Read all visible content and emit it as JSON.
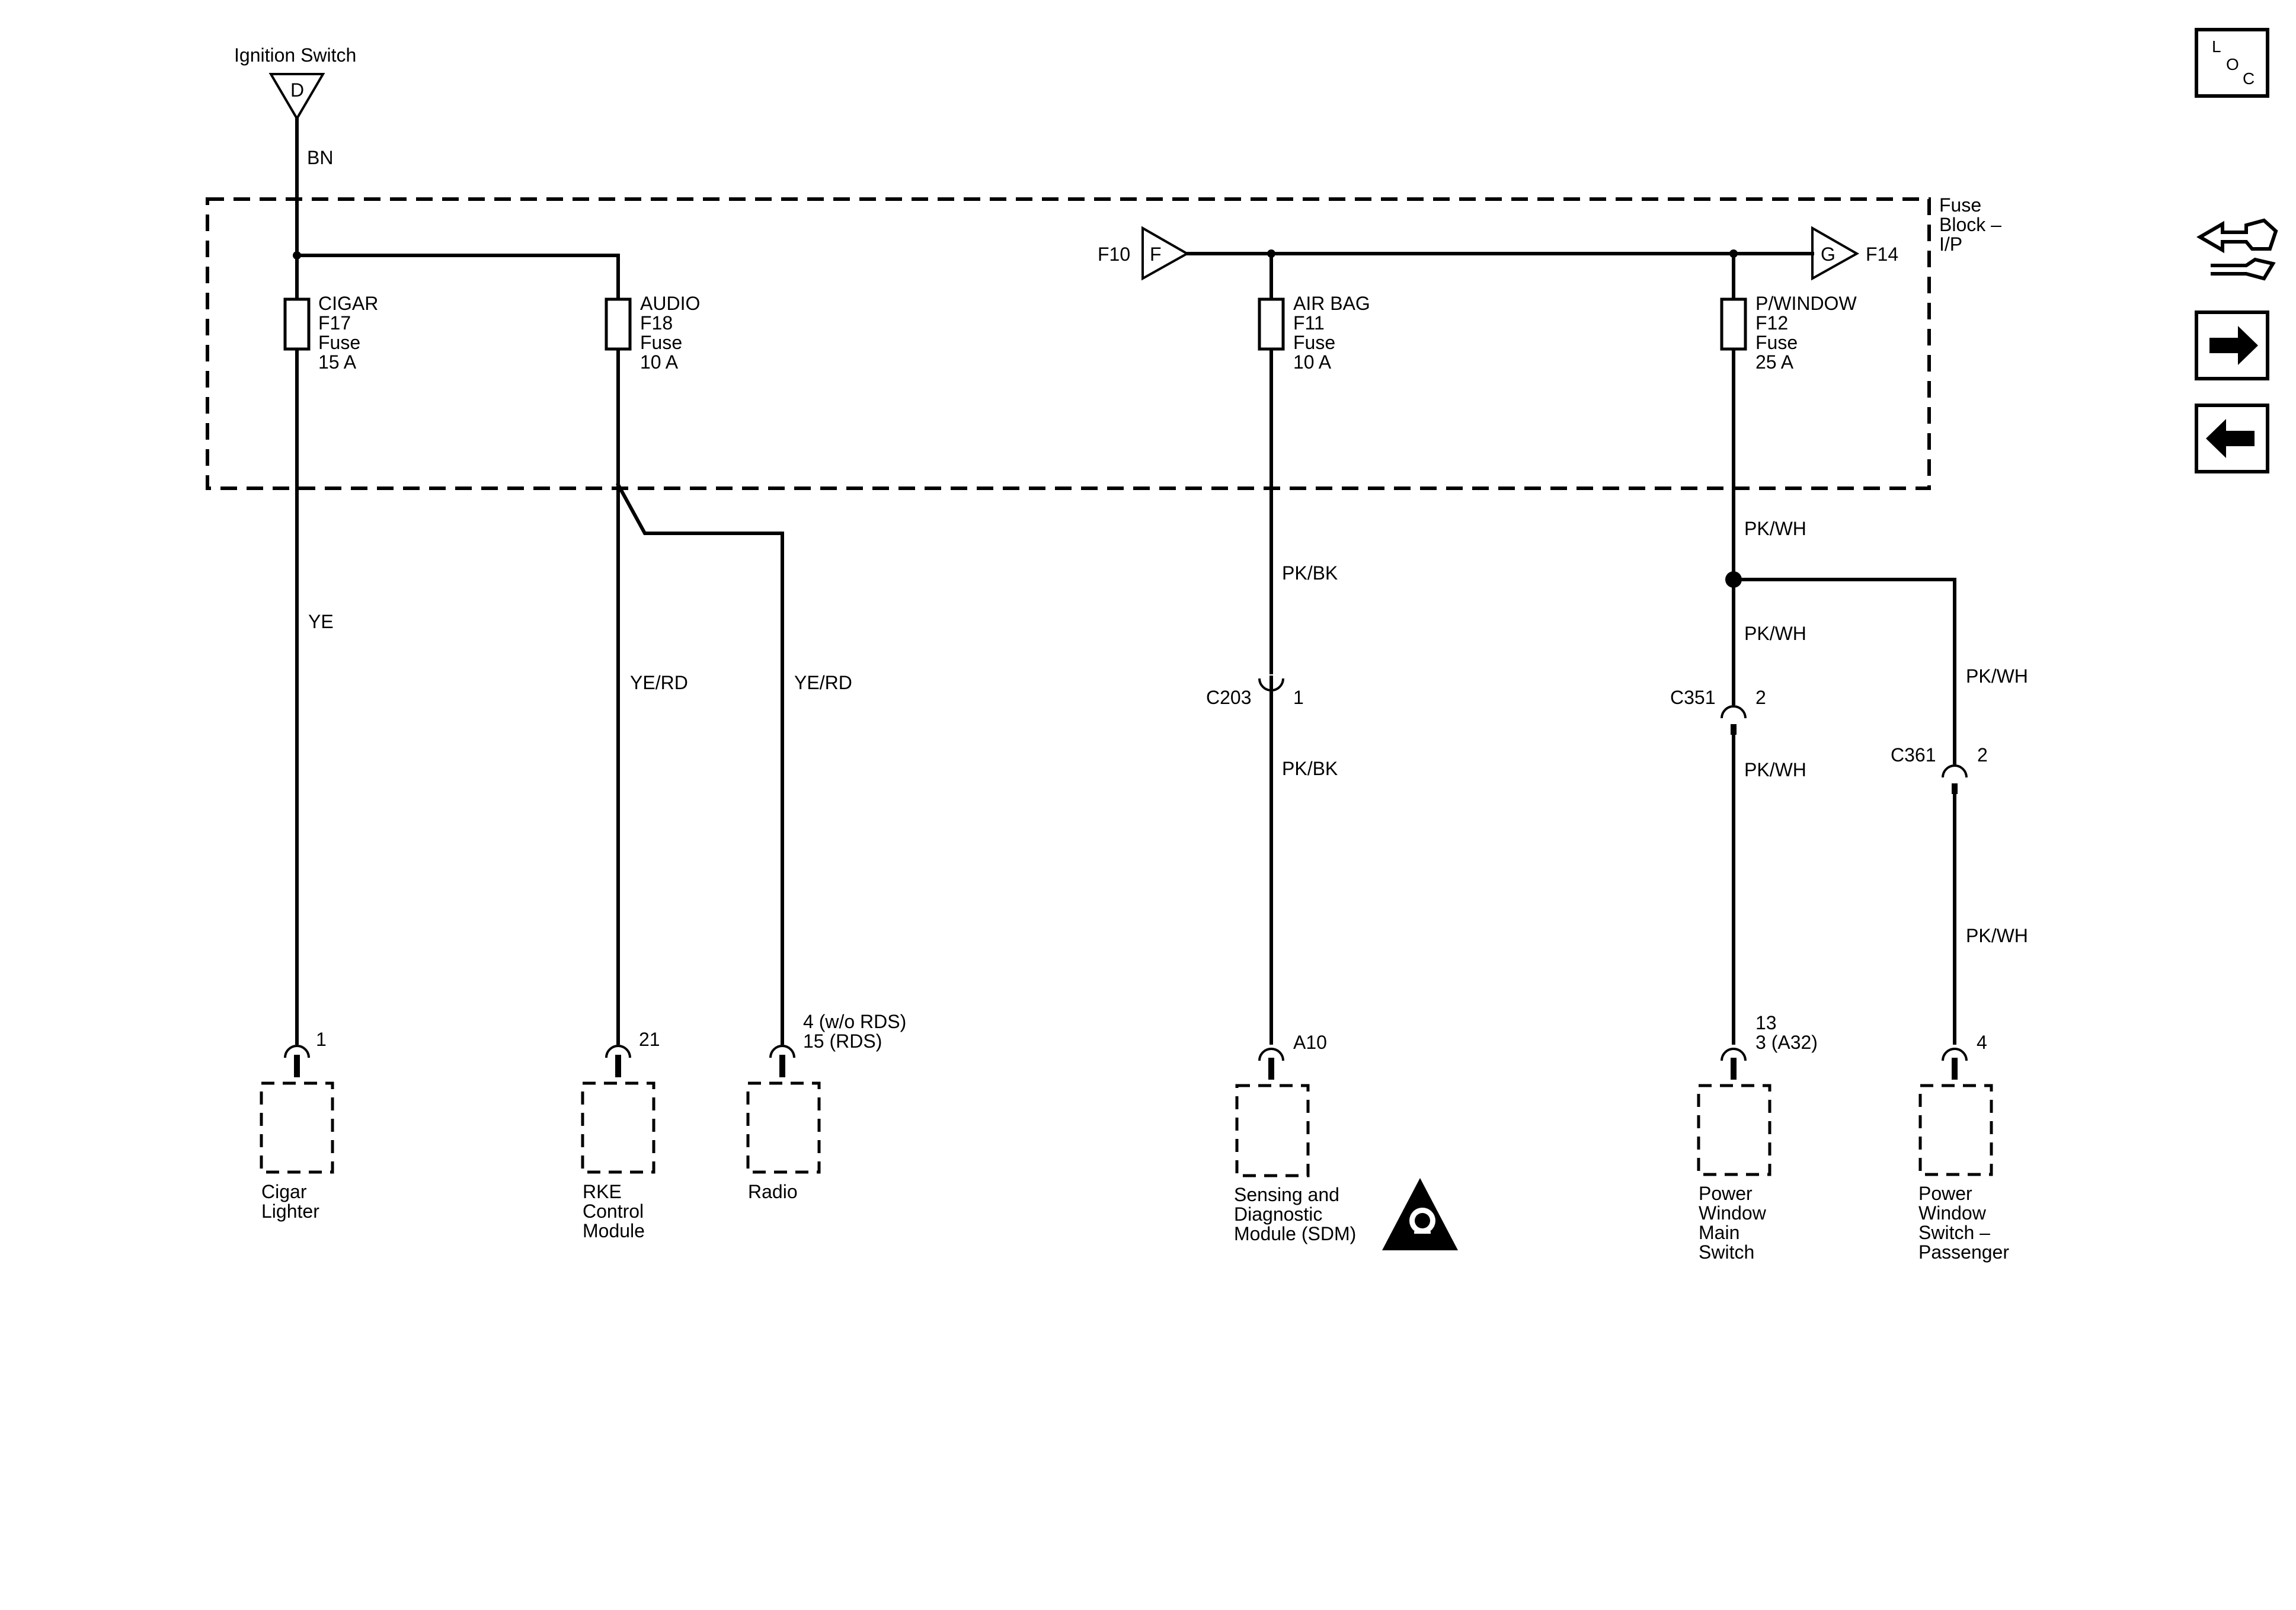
{
  "source": {
    "label": "Ignition Switch",
    "terminal": "D",
    "wire": "BN"
  },
  "fuse_block": {
    "label_line1": "Fuse",
    "label_line2": "Block –",
    "label_line3": "I/P"
  },
  "bus_connectors": {
    "left": {
      "id": "F10",
      "letter": "F"
    },
    "right": {
      "id": "F14",
      "letter": "G"
    }
  },
  "fuses": [
    {
      "name": "CIGAR",
      "id": "F17",
      "type": "Fuse",
      "rating": "15 A"
    },
    {
      "name": "AUDIO",
      "id": "F18",
      "type": "Fuse",
      "rating": "10 A"
    },
    {
      "name": "AIR BAG",
      "id": "F11",
      "type": "Fuse",
      "rating": "10 A"
    },
    {
      "name": "P/WINDOW",
      "id": "F12",
      "type": "Fuse",
      "rating": "25 A"
    }
  ],
  "wires": {
    "cigar": "YE",
    "rke": "YE/RD",
    "radio": "YE/RD",
    "airbag_upper": "PK/BK",
    "airbag_lower": "PK/BK",
    "pwindow_upper": "PK/WH",
    "pwindow_mid": "PK/WH",
    "pwindow_lower": "PK/WH",
    "passenger_upper": "PK/WH",
    "passenger_lower": "PK/WH"
  },
  "inline_connectors": [
    {
      "id": "C203",
      "pin": "1"
    },
    {
      "id": "C351",
      "pin": "2"
    },
    {
      "id": "C361",
      "pin": "2"
    }
  ],
  "terminal_pins": {
    "cigar": "1",
    "rke": "21",
    "radio_line1": "4 (w/o RDS)",
    "radio_line2": "15 (RDS)",
    "sdm": "A10",
    "main_switch_line1": "13",
    "main_switch_line2": "3  (A32)",
    "passenger": "4"
  },
  "components": {
    "cigar": [
      "Cigar",
      "Lighter"
    ],
    "rke": [
      "RKE",
      "Control",
      "Module"
    ],
    "radio": [
      "Radio"
    ],
    "sdm": [
      "Sensing and",
      "Diagnostic",
      "Module (SDM)"
    ],
    "main_switch": [
      "Power",
      "Window",
      "Main",
      "Switch"
    ],
    "passenger": [
      "Power",
      "Window",
      "Switch –",
      "Passenger"
    ]
  },
  "nav": {
    "loc_l": "L",
    "loc_o": "O",
    "loc_c": "C",
    "icons": [
      "loc-icon",
      "connector-view-icon",
      "next-arrow-icon",
      "previous-arrow-icon"
    ]
  }
}
